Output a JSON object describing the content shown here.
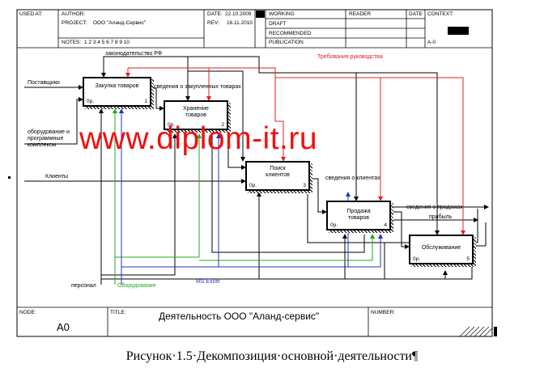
{
  "header": {
    "used_at_label": "USED AT:",
    "author_label": "AUTHOR:",
    "project_label": "PROJECT:",
    "project_value": "ООО \"Аланд-Сервис\"",
    "notes_label": "NOTES:",
    "notes_values": "1  2  3  4  5  6  7  8  9  10",
    "date_label": "DATE:",
    "date_value": "22.10.2009",
    "rev_label": "REV:",
    "rev_value": "16.11.2010",
    "statuses": [
      "WORKING",
      "DRAFT",
      "RECOMMENDED",
      "PUBLICATION"
    ],
    "reader_label": "READER",
    "date2_label": "DATE",
    "context_label": "CONTEXT:",
    "node_ref": "A-0"
  },
  "activities": [
    {
      "label": "Закупка товаров",
      "cost": "0р.",
      "number": "1"
    },
    {
      "label": "Хранение товаров",
      "cost": "0р.",
      "number": "2"
    },
    {
      "label": "Поиск клиентов",
      "cost": "0р.",
      "number": "3"
    },
    {
      "label": "Продажа товаров",
      "cost": "0р.",
      "number": "4"
    },
    {
      "label": "Обслуживание",
      "cost": "0р.",
      "number": "5"
    }
  ],
  "arrows": {
    "law": "законодательство РФ",
    "management": "Требования руководства",
    "suppliers": "Поставщики",
    "equipment": "оборудование и программные комплексы",
    "clients": "Клиенты",
    "purchased_info": "сведения о закупленных товарах",
    "client_info": "сведения о клиентах",
    "sales_info": "сведения о продажах",
    "profit": "прибыль",
    "personnel": "персонал",
    "equipment_mech": "Оборудование",
    "ms_excel": "MS Excel"
  },
  "footer": {
    "node_label": "NODE:",
    "node_value": "A0",
    "title_label": "TITLE:",
    "title_value": "Деятельность ООО \"Аланд-сервис\"",
    "number_label": "NUMBER:"
  },
  "watermark": "www.diplom-it.ru",
  "caption": "Рисунок·1.5·Декомпозиция·основной·деятельности¶",
  "colors": {
    "red": "#e02020",
    "green": "#22aa22",
    "blue": "#2233bb",
    "watermark": "#f01010"
  }
}
